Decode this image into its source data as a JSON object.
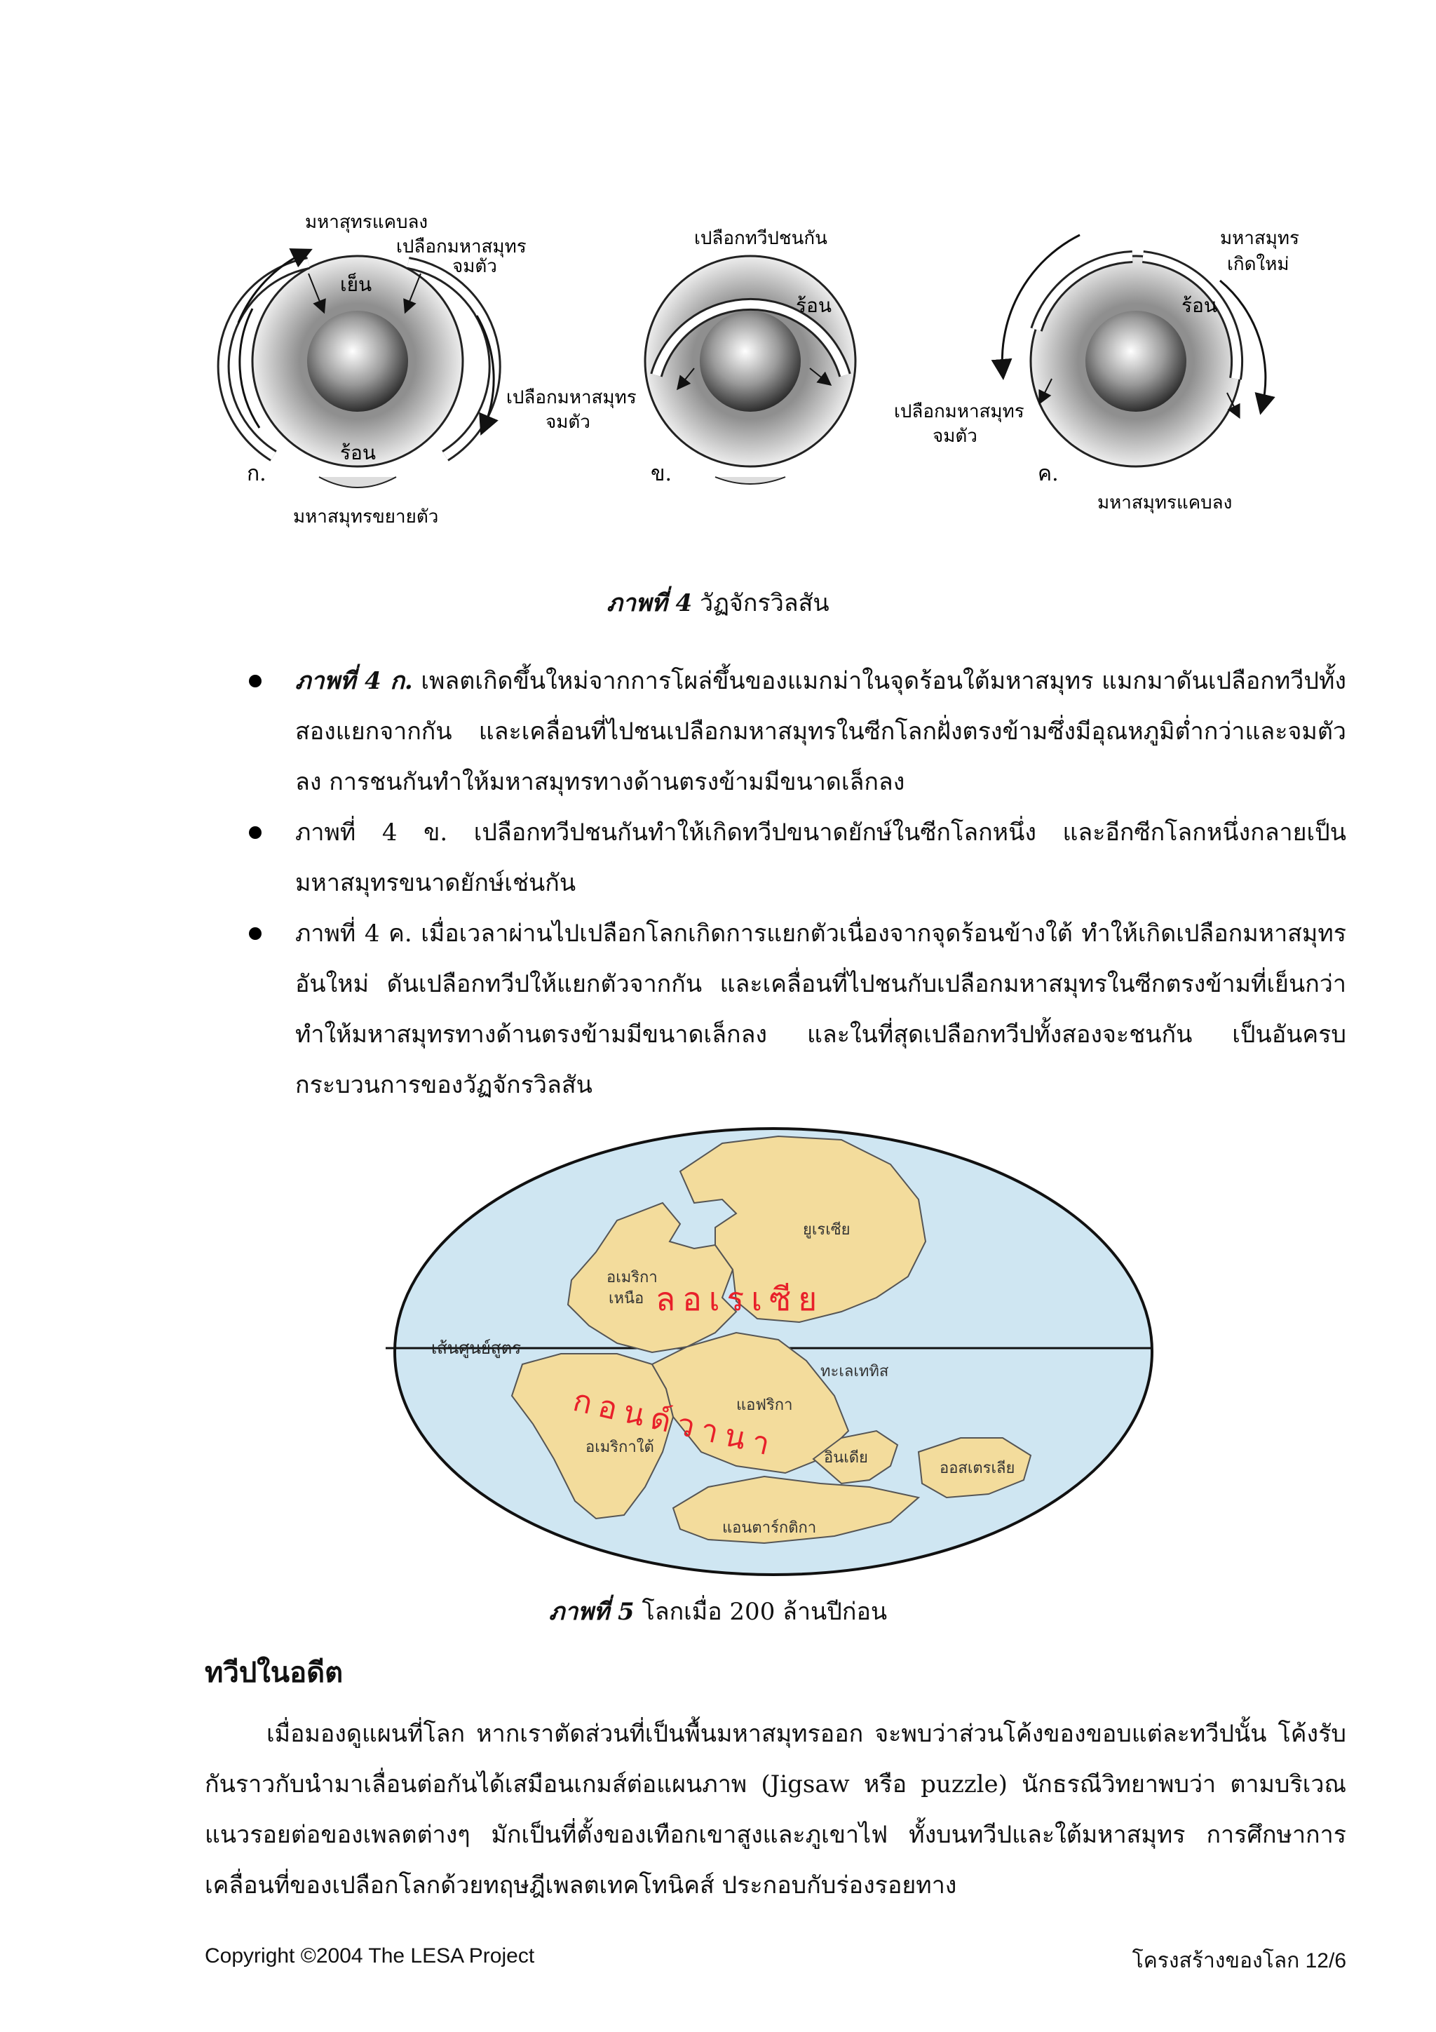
{
  "figure4": {
    "caption_label": "ภาพที่ 4",
    "caption_text": "วัฏจักรวิลสัน",
    "panel_a": {
      "letter": "ก.",
      "label_top1": "มหาสุทรแคบลง",
      "label_top2": "เปลือกมหาสมุทร",
      "label_top3": "จมตัว",
      "label_cold": "เย็น",
      "label_hot": "ร้อน",
      "label_bottom": "มหาสมุทรขยายตัว"
    },
    "panel_b": {
      "letter": "ข.",
      "label_top": "เปลือกทวีปชนกัน",
      "label_hot": "ร้อน",
      "label_left1": "เปลือกมหาสมุทร",
      "label_left2": "จมตัว"
    },
    "panel_c": {
      "letter": "ค.",
      "label_top1": "มหาสมุทร",
      "label_top2": "เกิดใหม่",
      "label_hot": "ร้อน",
      "label_left1": "เปลือกมหาสมุทร",
      "label_left2": "จมตัว",
      "label_bottom": "มหาสมุทรแคบลง"
    }
  },
  "bullets": [
    {
      "lead": "ภาพที่ 4 ก.",
      "text": "เพลตเกิดขึ้นใหม่จากการโผล่ขึ้นของแมกม่าในจุดร้อนใต้มหาสมุทร แมกมาดันเปลือกทวีปทั้งสองแยกจากกัน และเคลื่อนที่ไปชนเปลือกมหาสมุทรในซีกโลกฝั่งตรงข้ามซึ่งมีอุณหภูมิต่ำกว่าและจมตัวลง การชนกันทำให้มหาสมุทรทางด้านตรงข้ามมีขนาดเล็กลง"
    },
    {
      "lead": "",
      "text": "ภาพที่ 4 ข. เปลือกทวีปชนกันทำให้เกิดทวีปขนาดยักษ์ในซีกโลกหนึ่ง และอีกซีกโลกหนึ่งกลายเป็นมหาสมุทรขนาดยักษ์เช่นกัน"
    },
    {
      "lead": "",
      "text": "ภาพที่ 4 ค. เมื่อเวลาผ่านไปเปลือกโลกเกิดการแยกตัวเนื่องจากจุดร้อนข้างใต้ ทำให้เกิดเปลือกมหาสมุทรอันใหม่ ดันเปลือกทวีปให้แยกตัวจากกัน และเคลื่อนที่ไปชนกับเปลือกมหาสมุทรในซีกตรงข้ามที่เย็นกว่า ทำให้มหาสมุทรทางด้านตรงข้ามมีขนาดเล็กลง และในที่สุดเปลือกทวีปทั้งสองจะชนกัน เป็นอันครบกระบวนการของวัฏจักรวิลสัน"
    }
  ],
  "figure5": {
    "caption_label": "ภาพที่ 5",
    "caption_text": "โลกเมื่อ 200 ล้านปีก่อน",
    "labels": {
      "equator": "เส้นศูนย์สูตร",
      "north_america1": "อเมริกา",
      "north_america2": "เหนือ",
      "eurasia": "ยูเรเซีย",
      "laurasia": "ลอเรเซีย",
      "tethys": "ทะเลเททิส",
      "gondwana": "กอนด์วานา",
      "africa": "แอฟริกา",
      "south_america": "อเมริกาใต้",
      "india": "อินเดีย",
      "australia": "ออสเตรเลีย",
      "antarctica": "แอนตาร์กติกา"
    },
    "colors": {
      "ocean": "#cfe6f2",
      "land": "#f3dc9c",
      "red_label": "#e8202a"
    }
  },
  "section": {
    "heading": "ทวีปในอดีต",
    "paragraph": "เมื่อมองดูแผนที่โลก หากเราตัดส่วนที่เป็นพื้นมหาสมุทรออก จะพบว่าส่วนโค้งของขอบแต่ละทวีปนั้น โค้งรับกันราวกับนำมาเลื่อนต่อกันได้เสมือนเกมส์ต่อแผนภาพ (Jigsaw หรือ puzzle) นักธรณีวิทยาพบว่า ตามบริเวณแนวรอยต่อของเพลตต่างๆ มักเป็นที่ตั้งของเทือกเขาสูงและภูเขาไฟ ทั้งบนทวีปและใต้มหาสมุทร การศึกษาการเคลื่อนที่ของเปลือกโลกด้วยทฤษฎีเพลตเทคโทนิคส์ ประกอบกับร่องรอยทาง"
  },
  "footer": {
    "copyright": "Copyright ©2004 The LESA Project",
    "page": "โครงสร้างของโลก 12/6"
  }
}
